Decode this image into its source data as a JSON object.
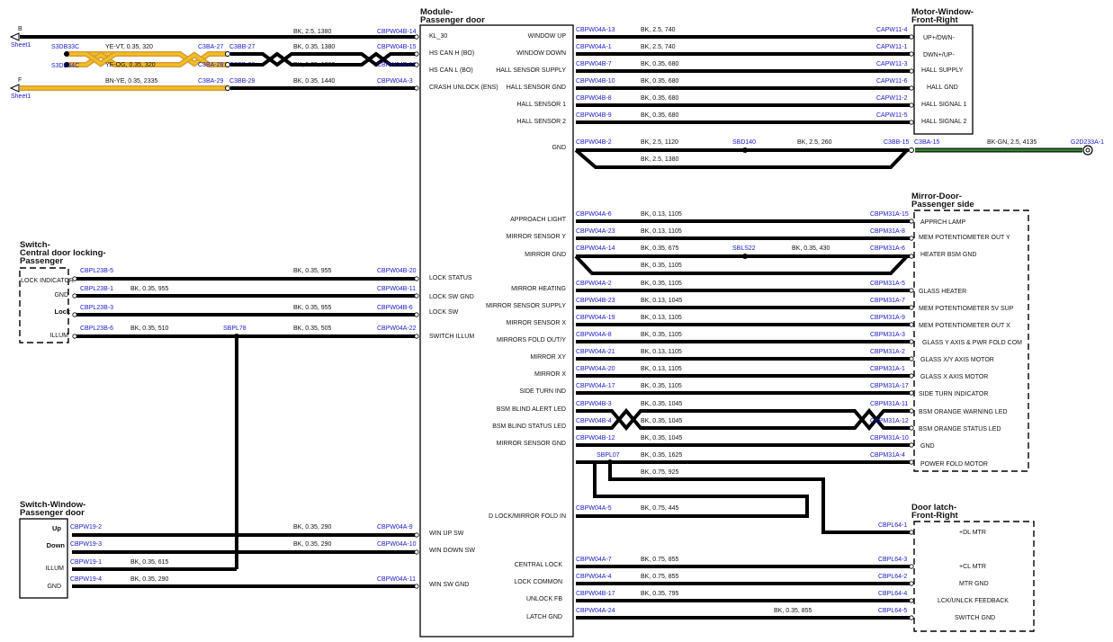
{
  "colors": {
    "wire": "#000000",
    "connector_text": "#1a1acc",
    "yellow_wire": "#f0c020",
    "orange_wire": "#d99a3a",
    "green_wire": "#2d8a2d"
  },
  "offpage": {
    "b": {
      "letter": "B",
      "sheet": "Sheet1"
    },
    "f": {
      "letter": "F",
      "sheet": "Sheet1"
    }
  },
  "module": {
    "title1": "Module-",
    "title2": "Passenger door",
    "left_pins": [
      "KL_30",
      "HS CAN H (BO)",
      "HS CAN L (BO)",
      "CRASH UNLOCK (ENS)",
      "LOCK STATUS",
      "LOCK SW GND",
      "LOCK SW",
      "SWITCH ILLUM",
      "WIN UP SW",
      "WIN DOWN SW",
      "WIN SW GND"
    ],
    "right_pins": [
      "WINDOW UP",
      "WINDOW DOWN",
      "HALL SENSOR SUPPLY",
      "HALL SENSOR GND",
      "HALL SENSOR 1",
      "HALL SENSOR 2",
      "GND",
      "APPROACH LIGHT",
      "MIRROR SENSOR Y",
      "MIRROR GND",
      "MIRROR HEATING",
      "MIRROR SENSOR SUPPLY",
      "MIRROR SENSOR X",
      "MIRRORS FOLD OUT/Y",
      "MIRROR XY",
      "MIRROR X",
      "SIDE TURN IND",
      "BSM BLIND ALERT LED",
      "BSM BLIND STATUS LED",
      "MIRROR SENSOR GND",
      "D LOCK/MIRROR FOLD IN",
      "CENTRAL LOCK",
      "LOCK COMMON",
      "UNLOCK FB",
      "LATCH GND"
    ]
  },
  "motor": {
    "title1": "Motor-Window-",
    "title2": "Front-Right",
    "pins": [
      "UP+/DWN-",
      "DWN+/UP-",
      "HALL SUPPLY",
      "HALL GND",
      "HALL SIGNAL 1",
      "HALL SIGNAL 2"
    ]
  },
  "mirror": {
    "title1": "Mirror-Door-",
    "title2": "Passenger side",
    "pins": [
      "APPRCH LAMP",
      "MEM POTENTIOMETER OUT Y",
      "HEATER BSM GND",
      "GLASS HEATER",
      "MEM POTENTIOMETER 5V SUP",
      "MEM POTENTIOMETER OUT X",
      "GLASS Y AXIS & PWR FOLD COM",
      "GLASS X/Y AXIS MOTOR",
      "GLASS X AXIS MOTOR",
      "SIDE TURN INDICATOR",
      "BSM ORANGE WARNING LED",
      "BSM ORANGE STATUS LED",
      "GND",
      "POWER FOLD MOTOR"
    ]
  },
  "doorlatch": {
    "title1": "Door latch-",
    "title2": "Front-Right",
    "pins": [
      "+DL MTR",
      "+CL MTR",
      "MTR GND",
      "LCK/UNLCK FEEDBACK",
      "SWITCH GND"
    ]
  },
  "switch_lock": {
    "title1": "Switch-",
    "title2": "Central door locking-",
    "title3": "Passenger",
    "pins": [
      "LOCK INDICATOR",
      "GND",
      "Lock",
      "ILLUM"
    ]
  },
  "switch_window": {
    "title1": "Switch-Window-",
    "title2": "Passenger door",
    "pins": [
      "Up",
      "Down",
      "ILLUM",
      "GND"
    ]
  },
  "splices": {
    "sbpl78": "SBPL78",
    "sbd140": "SBD140",
    "sbls22": "SBLS22",
    "sbpl07": "SBPL07"
  },
  "ground": {
    "connector": "G2D233A-1",
    "spec": "BK-GN,  2.5,  4135"
  },
  "wires_top": [
    {
      "spec": "BK,  2.5,  1380",
      "dest": "CBPW04B-14"
    },
    {
      "src_a": "S3DB33C",
      "spec_a": "YE-VT,  0.35,  320",
      "c1": "C3BA-27",
      "c2": "C3BB-27",
      "spec": "BK,  0.35,  1380",
      "dest": "CBPW04B-15"
    },
    {
      "src_a": "S3DB34C",
      "spec_a": "YE-OG,  0.35,  320",
      "c1": "C3BA-28",
      "c2": "C3BB-28",
      "spec": "BK,  0.35,  1380",
      "dest": "CBPW04B-16"
    },
    {
      "spec_a": "BN-YE,  0.35,  2335",
      "c1": "C3BA-29",
      "c2": "C3BB-29",
      "spec": "BK,  0.35,  1440",
      "dest": "CBPW04A-3"
    }
  ],
  "wires_motor": [
    {
      "src": "CBPW04A-13",
      "spec": "BK,  2.5,  740",
      "dst": "CAPW11-4"
    },
    {
      "src": "CBPW04A-1",
      "spec": "BK,  2.5,  740",
      "dst": "CAPW11-1"
    },
    {
      "src": "CBPW04B-7",
      "spec": "BK,  0.35,  680",
      "dst": "CAPW11-3"
    },
    {
      "src": "CBPW04B-10",
      "spec": "BK,  0.35,  680",
      "dst": "CAPW11-6"
    },
    {
      "src": "CBPW04B-8",
      "spec": "BK,  0.35,  680",
      "dst": "CAPW11-2"
    },
    {
      "src": "CBPW04B-9",
      "spec": "BK,  0.35,  680",
      "dst": "CAPW11-5"
    }
  ],
  "gnd_wire": {
    "src": "CBPW04B-2",
    "spec1": "BK,  2.5,  1120",
    "spec2": "BK,  2.5,  260",
    "spec3": "BK,  2.5,  1380",
    "c1": "C3BB-15",
    "c2": "C3BA-15"
  },
  "wires_mirror": [
    {
      "src": "CBPW04A-6",
      "spec": "BK,  0.13,  1105",
      "dst": "CBPM31A-15"
    },
    {
      "src": "CBPW04A-23",
      "spec": "BK,  0.13,  1105",
      "dst": "CBPM31A-8"
    },
    {
      "src": "CBPW04A-14",
      "spec": "BK,  0.35,  675",
      "spec2": "BK,  0.35,  430",
      "spec3": "BK,  0.35,  1105",
      "dst": "CBPM31A-6"
    },
    {
      "src": "CBPW04A-2",
      "spec": "BK,  0.35,  1105",
      "dst": "CBPM31A-5"
    },
    {
      "src": "CBPW04B-23",
      "spec": "BK,  0.13,  1045",
      "dst": "CBPM31A-7"
    },
    {
      "src": "CBPW04A-19",
      "spec": "BK,  0.13,  1105",
      "dst": "CBPM31A-9"
    },
    {
      "src": "CBPW04A-8",
      "spec": "BK,  0.35,  1105",
      "dst": "CBPM31A-3"
    },
    {
      "src": "CBPW04A-21",
      "spec": "BK,  0.13,  1105",
      "dst": "CBPM31A-2"
    },
    {
      "src": "CBPW04A-20",
      "spec": "BK,  0.13,  1105",
      "dst": "CBPM31A-1"
    },
    {
      "src": "CBPW04A-17",
      "spec": "BK,  0.35,  1105",
      "dst": "CBPM31A-17"
    },
    {
      "src": "CBPW04B-3",
      "spec": "BK,  0.35,  1045",
      "dst": "CBPM31A-11"
    },
    {
      "src": "CBPW04B-4",
      "spec": "BK,  0.35,  1045",
      "dst": "CBPM31A-12"
    },
    {
      "src": "CBPW04B-12",
      "spec": "BK,  0.35,  1045",
      "dst": "CBPM31A-10"
    },
    {
      "spec": "BK,  0.35,  1625",
      "dst": "CBPM31A-4"
    },
    {
      "spec": "BK,  0.75,  925"
    }
  ],
  "wires_latch": [
    {
      "src": "CBPW04A-5",
      "spec": "BK,  0.75,  445",
      "dst": "CBPL64-1"
    },
    {
      "src": "CBPW04A-7",
      "spec": "BK,  0.75,  855",
      "dst": "CBPL64-3"
    },
    {
      "src": "CBPW04A-4",
      "spec": "BK,  0.75,  855",
      "dst": "CBPL64-2"
    },
    {
      "src": "CBPW04B-17",
      "spec": "BK,  0.35,  795",
      "dst": "CBPL64-4"
    },
    {
      "src": "CBPW04A-24",
      "spec": "BK,  0.35,  855",
      "dst": "CBPL64-5"
    }
  ],
  "wires_lock": [
    {
      "src": "CBPL23B-5",
      "spec": "BK,  0.35,  955",
      "dst": "CBPW04B-20"
    },
    {
      "src": "CBPL23B-1",
      "spec": "BK,  0.35,  955",
      "dst": "CBPW04B-11"
    },
    {
      "src": "CBPL23B-3",
      "spec": "BK,  0.35,  955",
      "dst": "CBPW04B-6"
    },
    {
      "src": "CBPL23B-6",
      "spec": "BK,  0.35,  510",
      "spec2": "BK,  0.35,  505",
      "dst": "CBPW04A-22"
    }
  ],
  "wires_window": [
    {
      "src": "CBPW19-2",
      "spec": "BK,  0.35,  290",
      "dst": "CBPW04A-9"
    },
    {
      "src": "CBPW19-3",
      "spec": "BK,  0.35,  290",
      "dst": "CBPW04A-10"
    },
    {
      "src": "CBPW19-1",
      "spec": "BK,  0.35,  615"
    },
    {
      "src": "CBPW19-4",
      "spec": "BK,  0.35,  290",
      "dst": "CBPW04A-11"
    }
  ]
}
